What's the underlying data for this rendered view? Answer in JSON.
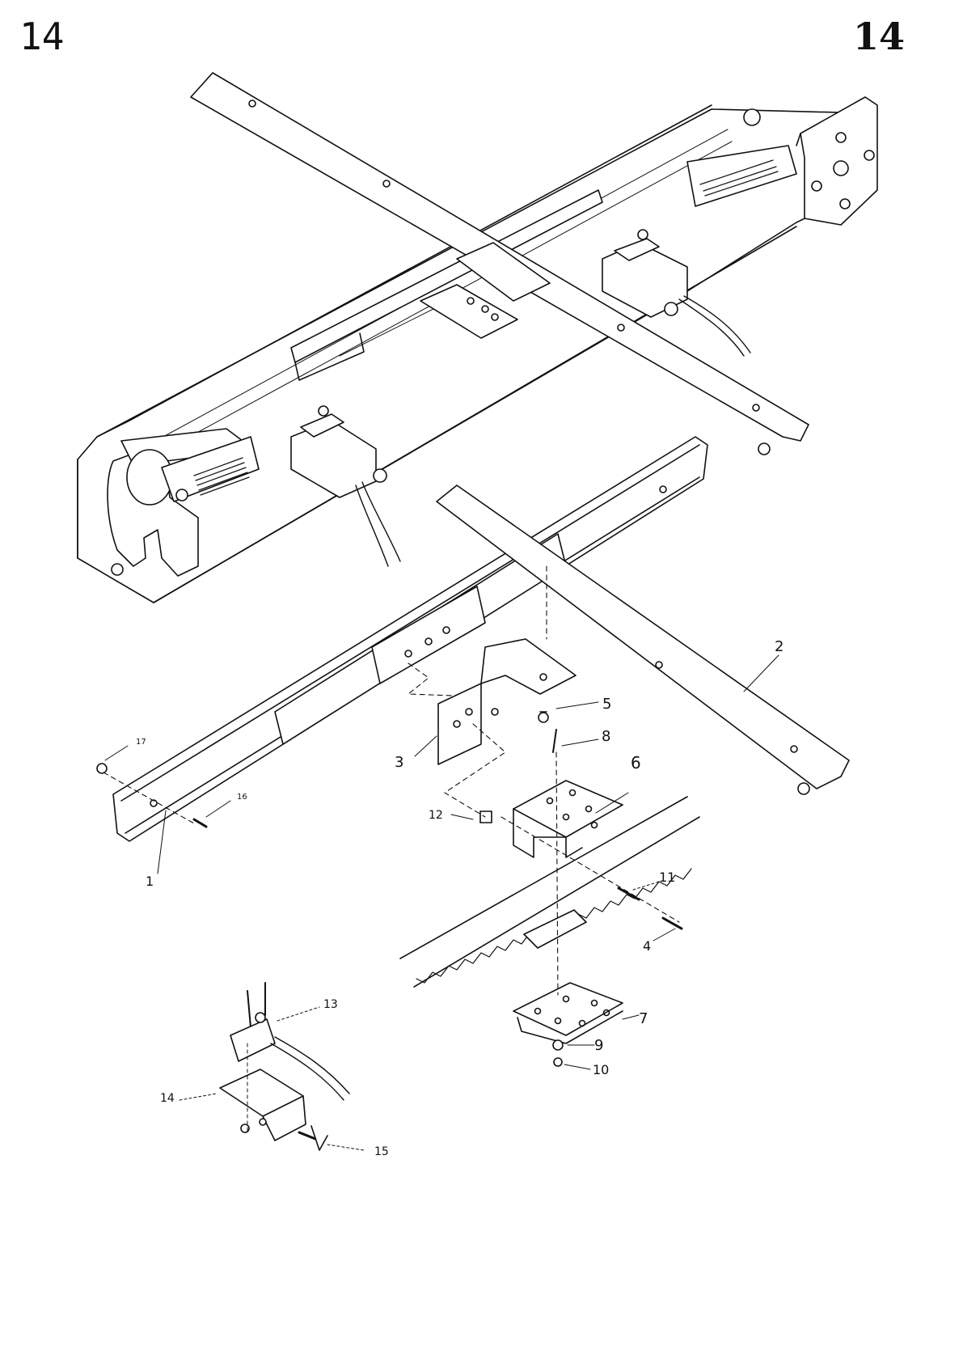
{
  "page": {
    "number_left": "14",
    "number_right": "14"
  },
  "callouts": {
    "c1": "1",
    "c2": "2",
    "c3": "3",
    "c4": "4",
    "c5": "5",
    "c6": "6",
    "c7": "7",
    "c8": "8",
    "c9": "9",
    "c10": "10",
    "c11": "11",
    "c12": "12",
    "c13": "13",
    "c14": "14",
    "c15": "15",
    "c16": "16",
    "c17": "17"
  },
  "colors": {
    "ink": "#111111",
    "paper": "#ffffff"
  }
}
